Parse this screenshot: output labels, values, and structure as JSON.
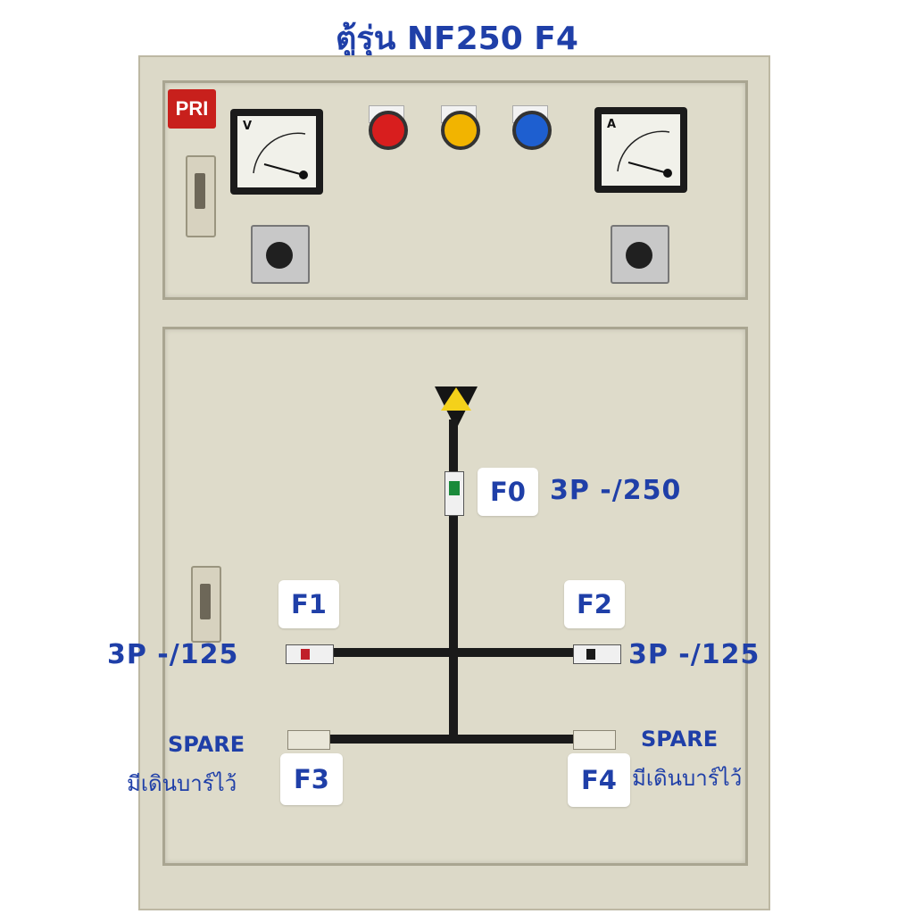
{
  "title": "ตู้รุ่น NF250 F4",
  "brand_logo": "PRI",
  "meters": {
    "voltmeter_unit": "V",
    "ammeter_unit": "A"
  },
  "lamp_colors": {
    "red": "#d81e1e",
    "yellow": "#f2b400",
    "blue": "#1e5fd0"
  },
  "feeders": {
    "f0": {
      "label": "F0",
      "rating": "3P -/250"
    },
    "f1": {
      "label": "F1",
      "rating": "3P -/125"
    },
    "f2": {
      "label": "F2",
      "rating": "3P -/125"
    },
    "f3": {
      "label": "F3",
      "spare": "SPARE",
      "note": "มีเดินบาร์ไว้"
    },
    "f4": {
      "label": "F4",
      "spare": "SPARE",
      "note": "มีเดินบาร์ไว้"
    }
  },
  "colors": {
    "text_blue": "#1f3fa8",
    "cabinet": "#dcd9c8"
  }
}
